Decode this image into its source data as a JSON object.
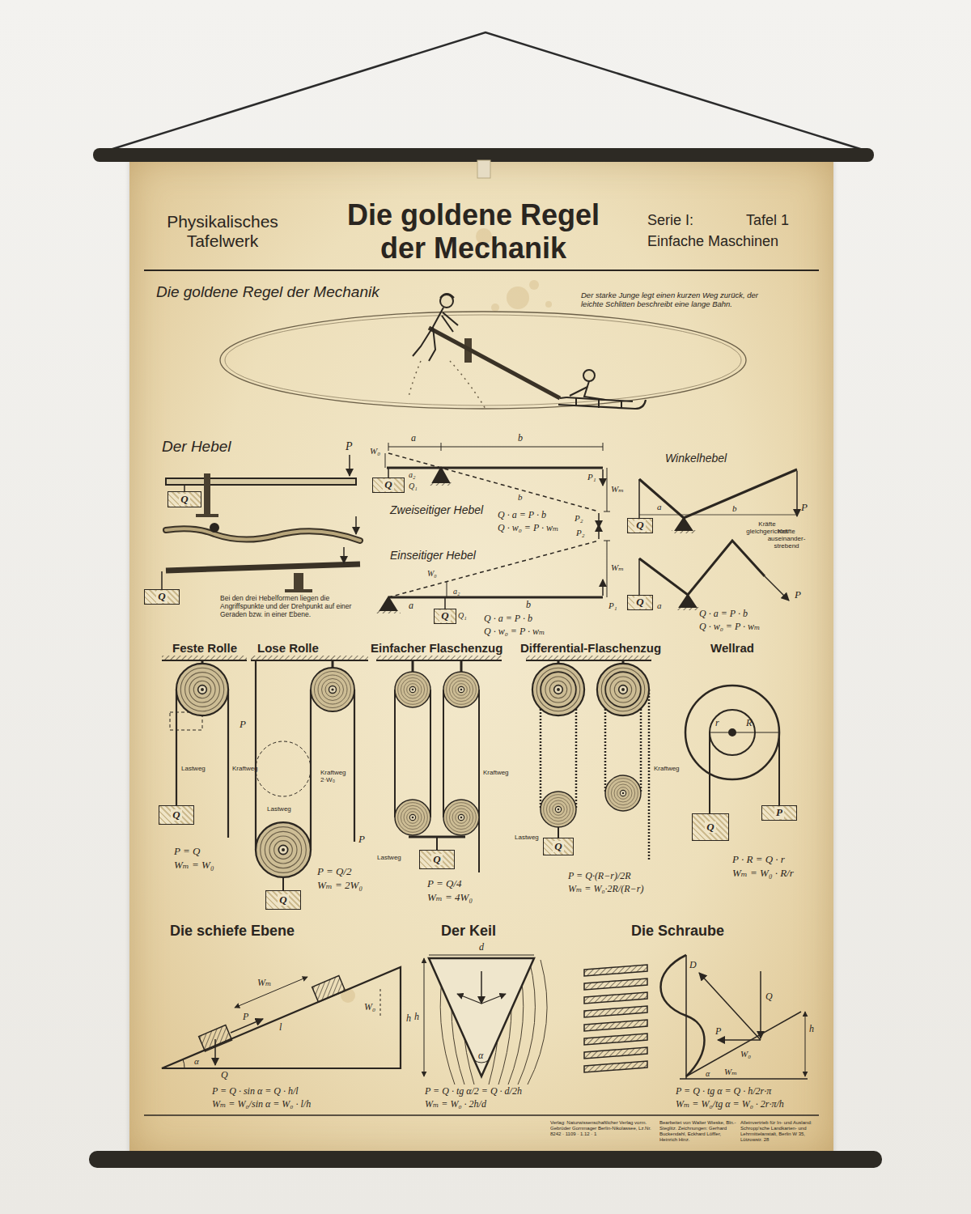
{
  "diagram": {
    "title": "Die goldene Regel der Mechanik",
    "nodes": [
      {
        "text": [
          "Q"
        ]
      },
      {
        "text": [
          "Q"
        ]
      },
      {
        "text": [
          "Q"
        ]
      },
      {
        "text": [
          "Q"
        ]
      },
      {
        "text": [
          "Q"
        ]
      },
      {
        "text": [
          "Q"
        ]
      },
      {
        "text": [
          "Q"
        ]
      },
      {
        "text": [
          "Q"
        ]
      },
      {
        "text": [
          "Q"
        ]
      },
      {
        "text": [
          "Q"
        ]
      },
      {
        "text": [
          "Q"
        ]
      },
      {
        "text": [
          "P"
        ]
      }
    ],
    "labels": [
      "Physikalisches Tafelwerk",
      "Serie I:",
      "Tafel 1",
      "Einfache Maschinen",
      "Die goldene Regel der Mechanik",
      "Der starke Junge legt einen kurzen Weg zurück, der leichte Schlitten beschreibt eine lange Bahn.",
      "Der Hebel",
      "P",
      "Bei den drei Hebelformen liegen die Angriffspunkte und der Drehpunkt auf einer Geraden bzw. in einer Ebene.",
      "a",
      "b",
      "W₀",
      "a₂",
      "Q₁",
      "b",
      "P₁",
      "Wₘ",
      "P₂",
      "Zweiseitiger Hebel",
      "Q · a = P · b",
      "Q · w₀ = P · wₘ",
      "Einseitiger Hebel",
      "P₂",
      "Wₘ",
      "W₀",
      "a₂",
      "a",
      "b",
      "P₁",
      "Q₁",
      "Q · a = P · b",
      "Q · w₀ = P · wₘ",
      "Winkelhebel",
      "a",
      "b",
      "P",
      "Kräfte gleichgerichtet",
      "Kräfte auseinander- strebend",
      "P",
      "a",
      "Q · a = P · b",
      "Q · w₀ = P · wₘ",
      "Feste Rolle",
      "Lose Rolle",
      "Einfacher Flaschenzug",
      "Differential-Flaschenzug",
      "Wellrad",
      "P",
      "Lastweg",
      "Kraftweg",
      "P = Q",
      "Wₘ = W₀",
      "Lastweg",
      "Kraftweg 2·W₀",
      "P",
      "P = Q/2",
      "Wₘ = 2W₀",
      "Kraftweg",
      "Lastweg",
      "P = Q/4",
      "Wₘ = 4W₀",
      "Kraftweg",
      "Lastweg",
      "P = Q·(R−r)/2R",
      "Wₘ = W₀·2R/(R−r)",
      "r",
      "R",
      "P · R = Q · r",
      "Wₘ = W₀ · R/r",
      "Die schiefe Ebene",
      "Der Keil",
      "Die Schraube",
      "Wₘ",
      "W₀",
      "P",
      "l",
      "h",
      "α",
      "Q",
      "P = Q · sin α = Q · h/l",
      "Wₘ = W₀/sin α = W₀ · l/h",
      "d",
      "h",
      "α",
      "P = Q · tg α/2 = Q · d/2h",
      "Wₘ = W₀ · 2h/d",
      "D",
      "Q",
      "P",
      "W₀",
      "Wₘ",
      "h",
      "α",
      "P = Q · tg α = Q · h/2r·π",
      "Wₘ = W₀/tg α = W₀ · 2r·π/h",
      "Verlag: Naturwissenschaftlicher Verlag vorm. Gebrüder Gornmager Berlin-Nikolassee, Lz.Nr. 8242 · 1109 · 1.12 · 1",
      "Bearbeitet von Walter Wieske, Bln.-Steglitz. Zeichnungen: Gerhard Buckendahl, Eckhard Löffler, Heinrich Hinz.",
      "Alleinvertrieb für In- und Ausland: Schropp'sche Landkarten- und Lehrmittelanstalt, Berlin W 35, Lützowstr. 28"
    ]
  }
}
